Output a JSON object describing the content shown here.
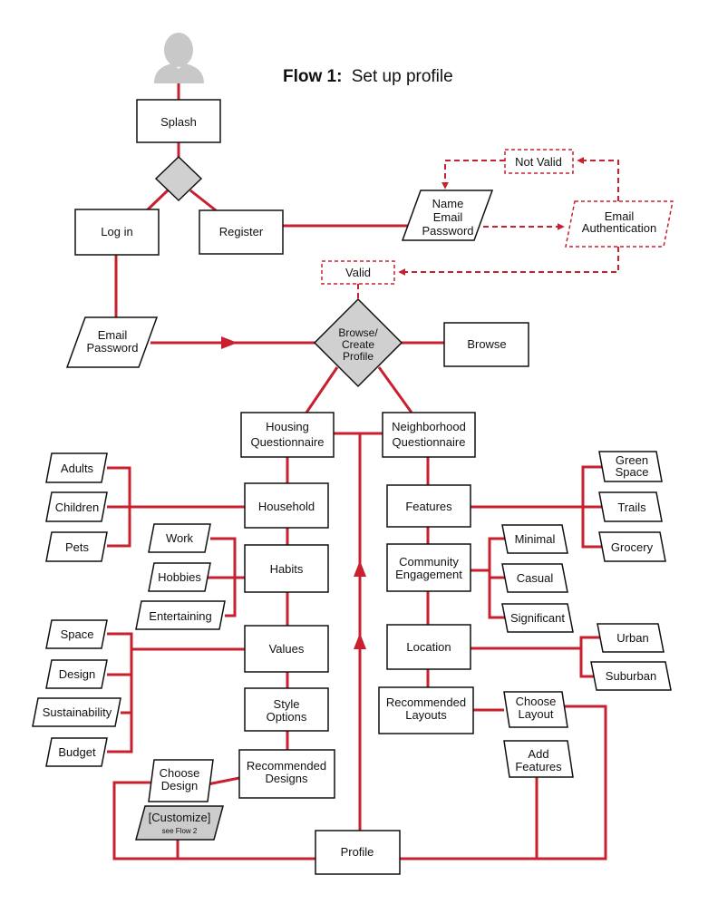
{
  "title": {
    "bold": "Flow 1:",
    "text": "Set up profile"
  },
  "colors": {
    "line": "#c8202f",
    "box_border": "#111111",
    "decision_fill": "#d0d0d0",
    "customize_fill": "#cccccc",
    "avatar": "#c8c8c8"
  },
  "icons": {
    "user": "user-avatar-icon"
  },
  "nodes": {
    "splash": "Splash",
    "login": "Log in",
    "register": "Register",
    "name_email_password": [
      "Name",
      "Email",
      "Password"
    ],
    "not_valid": "Not Valid",
    "email_authentication": [
      "Email",
      "Authentication"
    ],
    "valid": "Valid",
    "email_password": [
      "Email",
      "Password"
    ],
    "browse_create_profile": [
      "Browse/",
      "Create",
      "Profile"
    ],
    "browse": "Browse",
    "housing_questionnaire": [
      "Housing",
      "Questionnaire"
    ],
    "neighborhood_questionnaire": [
      "Neighborhood",
      "Questionnaire"
    ],
    "household": "Household",
    "habits": "Habits",
    "values": "Values",
    "style_options": [
      "Style",
      "Options"
    ],
    "recommended_designs": [
      "Recommended",
      "Designs"
    ],
    "choose_design": [
      "Choose",
      "Design"
    ],
    "customize": "[Customize]",
    "customize_note": "see Flow 2",
    "profile": "Profile",
    "features": "Features",
    "community_engagement": [
      "Community",
      "Engagement"
    ],
    "location": "Location",
    "recommended_layouts": [
      "Recommended",
      "Layouts"
    ],
    "choose_layout": [
      "Choose",
      "Layout"
    ],
    "add_features": [
      "Add",
      "Features"
    ],
    "adults": "Adults",
    "children": "Children",
    "pets": "Pets",
    "work": "Work",
    "hobbies": "Hobbies",
    "entertaining": "Entertaining",
    "space": "Space",
    "design": "Design",
    "sustainability": "Sustainability",
    "budget": "Budget",
    "green_space": [
      "Green",
      "Space"
    ],
    "trails": "Trails",
    "grocery": "Grocery",
    "minimal": "Minimal",
    "casual": "Casual",
    "significant": "Significant",
    "urban": "Urban",
    "suburban": "Suburban"
  }
}
